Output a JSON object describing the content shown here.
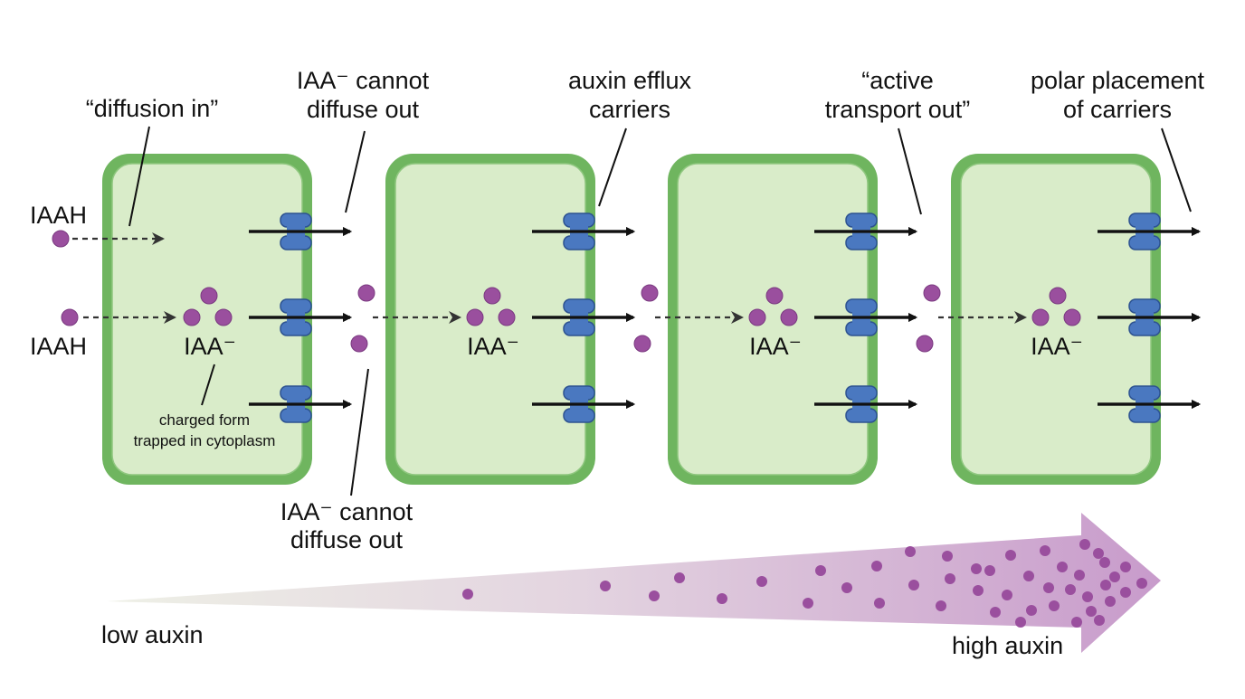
{
  "labels": {
    "diffusion_in": "“diffusion in”",
    "cannot_diffuse_top_1": "IAA⁻ cannot",
    "cannot_diffuse_top_2": "diffuse out",
    "efflux_1": "auxin efflux",
    "efflux_2": "carriers",
    "active_1": "“active",
    "active_2": "transport out”",
    "polar_1": "polar placement",
    "polar_2": "of carriers",
    "iaah_top": "IAAH",
    "iaah_bottom": "IAAH",
    "iaa_cell": "IAA⁻",
    "charged_1": "charged form",
    "charged_2": "trapped in cytoplasm",
    "cannot_diffuse_bottom_1": "IAA⁻ cannot",
    "cannot_diffuse_bottom_2": "diffuse out",
    "low_auxin": "low auxin",
    "high_auxin": "high auxin"
  },
  "colors": {
    "cell_border": "#6fb55f",
    "cell_fill": "#d9ecc9",
    "cell_inner_border": "#8fc77f",
    "carrier": "#4a78c0",
    "carrier_stroke": "#2d5290",
    "auxin": "#9a4f9e",
    "gradient_start": "#eef0e8",
    "gradient_end": "#c89bcb"
  }
}
